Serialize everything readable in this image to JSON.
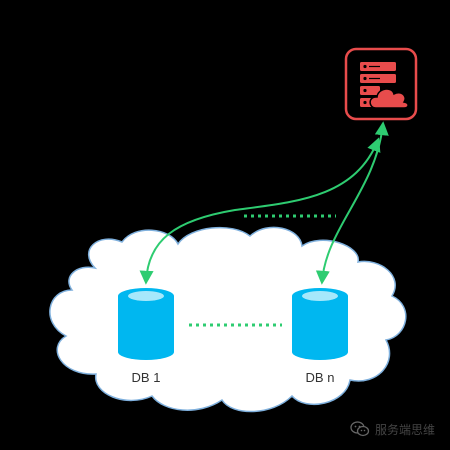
{
  "diagram": {
    "nodes": [
      {
        "id": "db1",
        "label": "DB 1",
        "type": "database"
      },
      {
        "id": "dbn",
        "label": "DB n",
        "type": "database"
      },
      {
        "id": "server",
        "label": "",
        "type": "cloud-server"
      }
    ],
    "colors": {
      "background": "#000000",
      "cloud_fill": "#ffffff",
      "cloud_stroke": "#7fb0dd",
      "database": "#00b7f0",
      "database_top": "#a6e8fb",
      "server_border": "#e84c4c",
      "connector": "#2ecc71",
      "label_text": "#333333"
    },
    "icons": {
      "server": "server-cloud-icon",
      "database": "database-icon",
      "watermark": "wechat-icon"
    }
  },
  "watermark": {
    "text": "服务端思维"
  }
}
